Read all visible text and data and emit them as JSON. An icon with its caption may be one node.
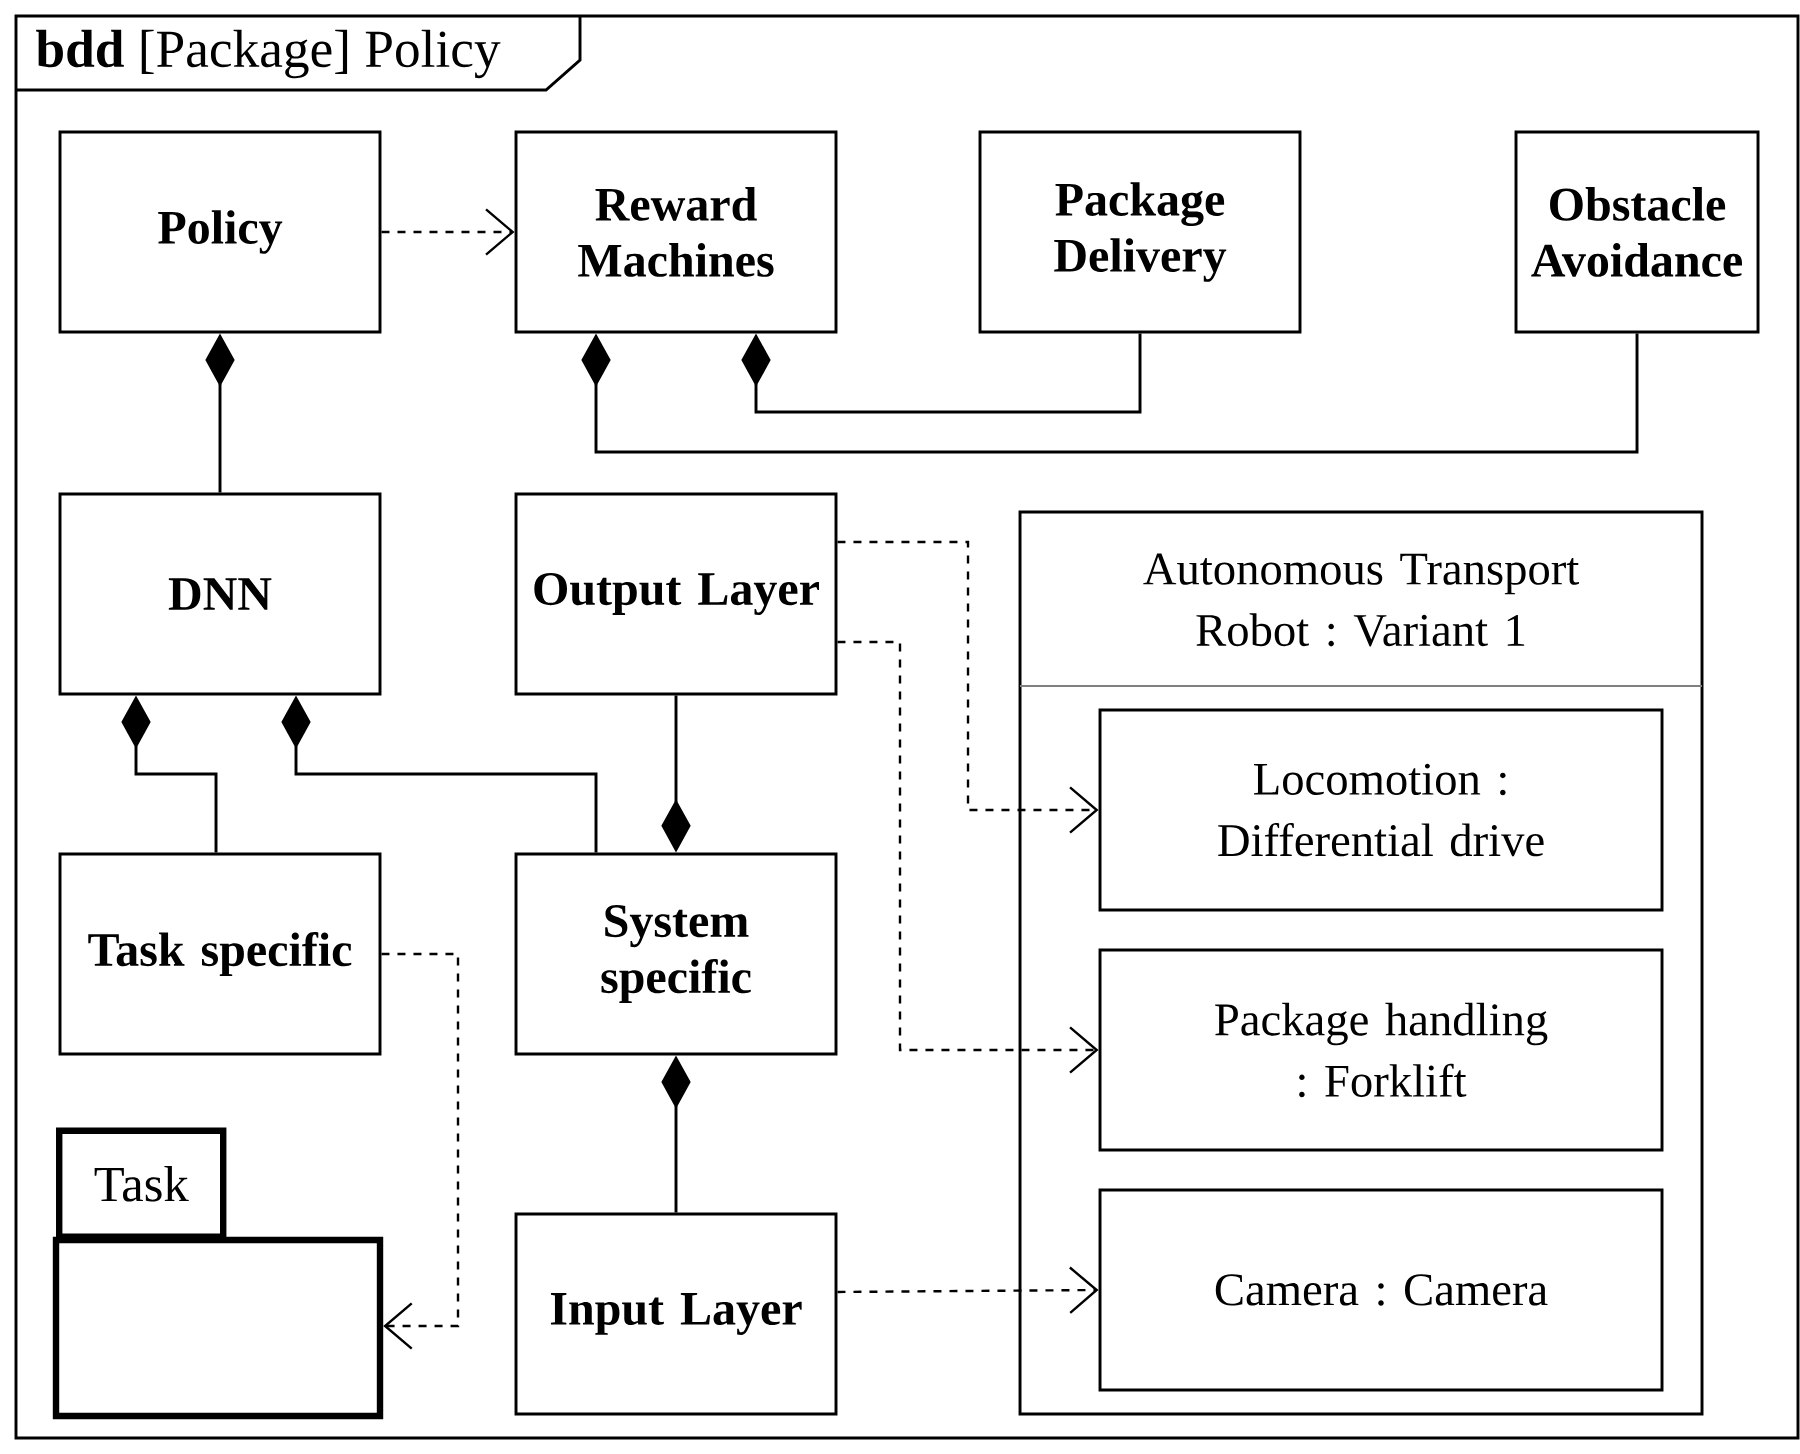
{
  "diagram": {
    "nodes": [
      {
        "text": [
          "**bdd** [Package] Policy"
        ]
      },
      {
        "text": [
          "Policy"
        ],
        "in": 0
      },
      {
        "text": [
          "Reward Machines"
        ],
        "in": 0
      },
      {
        "text": [
          "Package Delivery"
        ],
        "in": 0
      },
      {
        "text": [
          "Obstacle Avoidance"
        ],
        "in": 0
      },
      {
        "text": [
          "DNN"
        ],
        "in": 0
      },
      {
        "text": [
          "Output Layer"
        ],
        "in": 0
      },
      {
        "text": [
          "Autonomous Transport Robot : Variant 1"
        ],
        "in": 0
      },
      {
        "text": [
          "Locomotion : Differential drive"
        ],
        "in": 7
      },
      {
        "text": [
          "Package handling : Forklift"
        ],
        "in": 7
      },
      {
        "text": [
          "Camera : Camera"
        ],
        "in": 7
      },
      {
        "text": [
          "Task specific"
        ],
        "in": 0
      },
      {
        "text": [
          "System specific"
        ],
        "in": 0
      },
      {
        "text": [
          "Task"
        ],
        "in": 0
      },
      {
        "text": [
          "Input Layer"
        ],
        "in": 0
      }
    ],
    "edges": [
      {
        "from": 1,
        "to": 2,
        "arrow": "to",
        "style": "dashed"
      },
      {
        "from": 3,
        "to": 2,
        "arrow": "other"
      },
      {
        "from": 4,
        "to": 2,
        "arrow": "other"
      },
      {
        "from": 5,
        "to": 1,
        "arrow": "other"
      },
      {
        "from": 11,
        "to": 5,
        "arrow": "other"
      },
      {
        "from": 12,
        "to": 5,
        "arrow": "other"
      },
      {
        "from": 6,
        "to": 12,
        "arrow": "other"
      },
      {
        "from": 14,
        "to": 12,
        "arrow": "other"
      },
      {
        "from": 11,
        "to": 13,
        "arrow": "to",
        "style": "dashed"
      },
      {
        "from": 6,
        "to": 8,
        "arrow": "to",
        "style": "dashed"
      },
      {
        "from": 6,
        "to": 9,
        "arrow": "to",
        "style": "dashed"
      },
      {
        "from": 14,
        "to": 10,
        "arrow": "to",
        "style": "dashed"
      }
    ]
  }
}
